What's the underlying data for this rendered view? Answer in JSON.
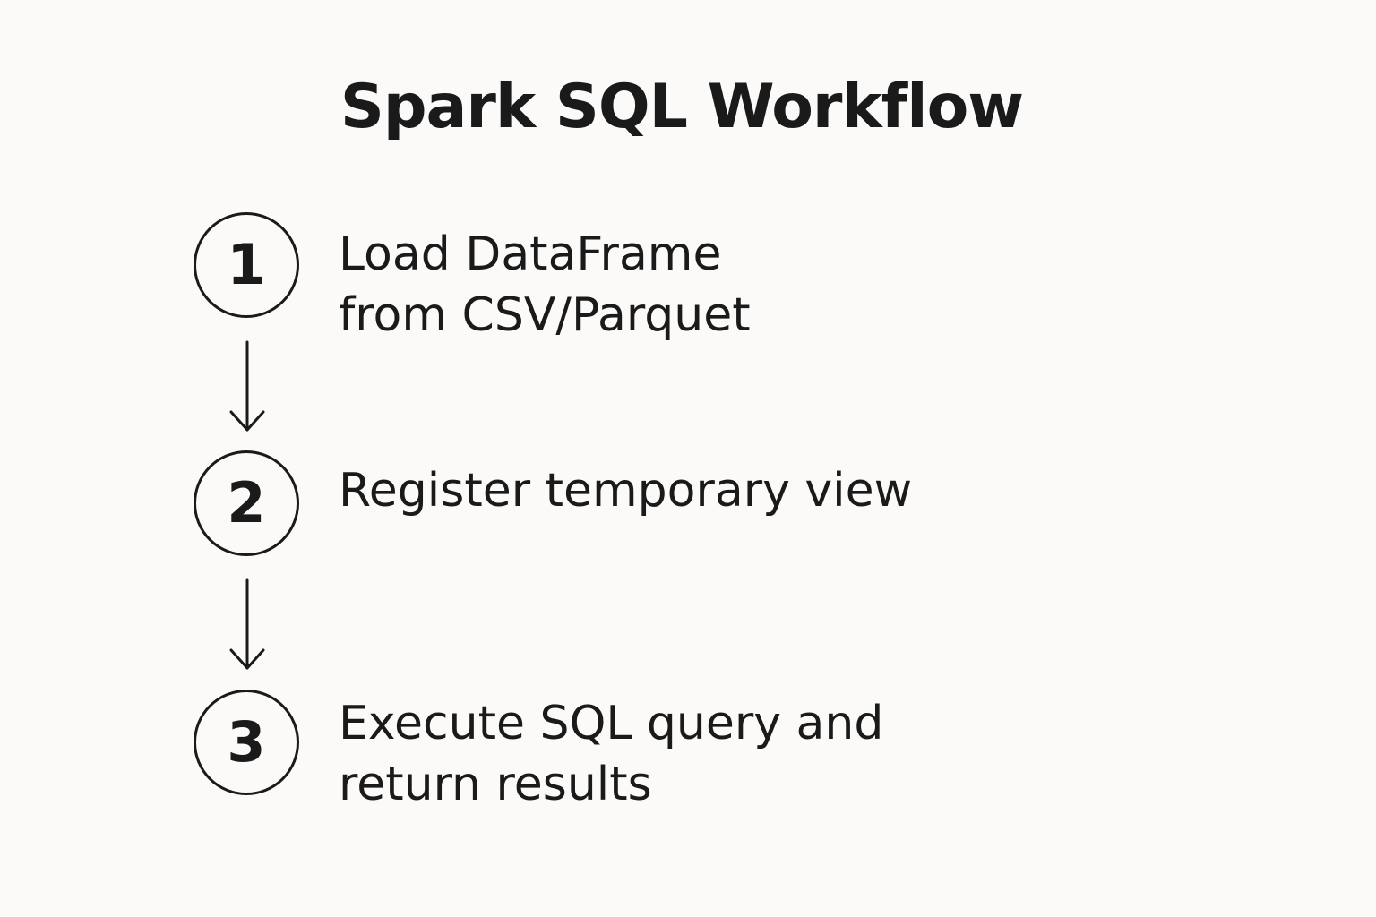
{
  "title": "Spark SQL Workflow",
  "steps": [
    {
      "number": "1",
      "lines": [
        "Load DataFrame",
        "from CSV/Parquet"
      ]
    },
    {
      "number": "2",
      "lines": [
        "Register temporary view"
      ]
    },
    {
      "number": "3",
      "lines": [
        "Execute SQL query and",
        "return results"
      ]
    }
  ],
  "icons": {
    "connector": "arrow-down-icon"
  }
}
